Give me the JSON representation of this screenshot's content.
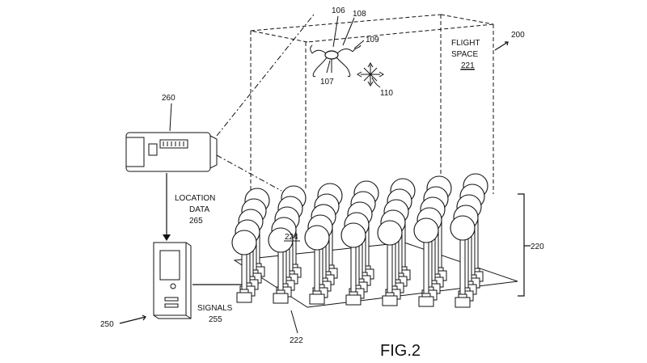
{
  "labels": {
    "ref_106": "106",
    "ref_108": "108",
    "ref_109": "109",
    "ref_107": "107",
    "ref_110": "110",
    "ref_200": "200",
    "flight_line1": "FLIGHT",
    "flight_line2": "SPACE",
    "flight_ref": "221",
    "ref_260": "260",
    "location_line1": "LOCATION",
    "location_line2": "DATA",
    "location_ref": "265",
    "ref_224": "224",
    "ref_220": "220",
    "signals_line1": "SIGNALS",
    "signals_ref": "255",
    "ref_250": "250",
    "ref_222": "222",
    "caption": "FIG.2"
  }
}
